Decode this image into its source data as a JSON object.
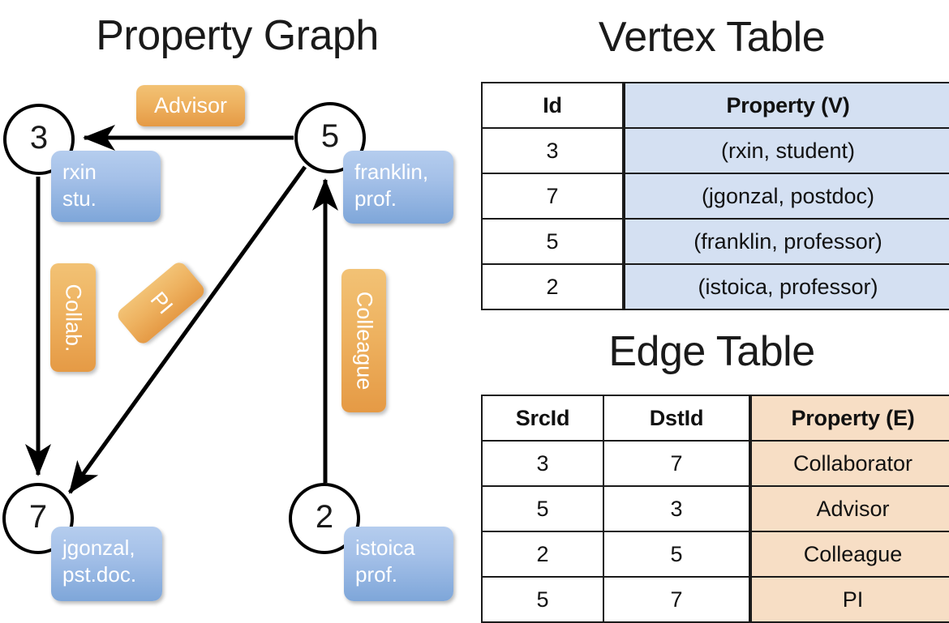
{
  "titles": {
    "property_graph": "Property Graph",
    "vertex_table": "Vertex Table",
    "edge_table": "Edge Table"
  },
  "graph": {
    "nodes": [
      {
        "id": "3",
        "property": "rxin\nstu.",
        "line1": "rxin",
        "line2": "stu."
      },
      {
        "id": "5",
        "property": "franklin,\nprof.",
        "line1": "franklin,",
        "line2": "prof."
      },
      {
        "id": "7",
        "property": "jgonzal,\npst.doc.",
        "line1": "jgonzal,",
        "line2": "pst.doc."
      },
      {
        "id": "2",
        "property": "istoica\nprof.",
        "line1": "istoica",
        "line2": "prof."
      }
    ],
    "edge_labels": [
      {
        "name": "advisor",
        "text": "Advisor",
        "orientation": "horizontal"
      },
      {
        "name": "collab",
        "text": "Collab.",
        "orientation": "vertical"
      },
      {
        "name": "pi",
        "text": "PI",
        "orientation": "diagonal"
      },
      {
        "name": "colleague",
        "text": "Colleague",
        "orientation": "vertical"
      }
    ],
    "edges": [
      {
        "from": "5",
        "to": "3",
        "label": "Advisor"
      },
      {
        "from": "3",
        "to": "7",
        "label": "Collab."
      },
      {
        "from": "5",
        "to": "7",
        "label": "PI"
      },
      {
        "from": "2",
        "to": "5",
        "label": "Colleague"
      }
    ]
  },
  "vertex_table": {
    "headers": [
      "Id",
      "Property (V)"
    ],
    "rows": [
      {
        "id": "3",
        "property": "(rxin, student)"
      },
      {
        "id": "7",
        "property": "(jgonzal, postdoc)"
      },
      {
        "id": "5",
        "property": "(franklin, professor)"
      },
      {
        "id": "2",
        "property": "(istoica, professor)"
      }
    ]
  },
  "edge_table": {
    "headers": [
      "SrcId",
      "DstId",
      "Property (E)"
    ],
    "rows": [
      {
        "src": "3",
        "dst": "7",
        "property": "Collaborator"
      },
      {
        "src": "5",
        "dst": "3",
        "property": "Advisor"
      },
      {
        "src": "2",
        "dst": "5",
        "property": "Colleague"
      },
      {
        "src": "5",
        "dst": "7",
        "property": "PI"
      }
    ]
  },
  "colors": {
    "vertex_property_fill": "#d4e0f2",
    "edge_property_fill": "#f7dec5",
    "node_box_blue": "#a4c0e8",
    "edge_label_orange": "#eeb260",
    "stroke": "#1a1a1a",
    "background": "#ffffff"
  }
}
